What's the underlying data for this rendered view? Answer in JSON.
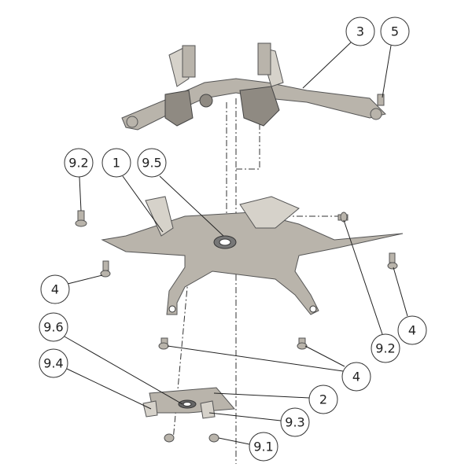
{
  "diagram": {
    "title": "Exploded assembly view",
    "callouts": [
      {
        "id": "c3",
        "label": "3"
      },
      {
        "id": "c5",
        "label": "5"
      },
      {
        "id": "c92a",
        "label": "9.2"
      },
      {
        "id": "c1",
        "label": "1"
      },
      {
        "id": "c95",
        "label": "9.5"
      },
      {
        "id": "c4a",
        "label": "4"
      },
      {
        "id": "c4b",
        "label": "4"
      },
      {
        "id": "c92b",
        "label": "9.2"
      },
      {
        "id": "c4c",
        "label": "4"
      },
      {
        "id": "c96",
        "label": "9.6"
      },
      {
        "id": "c94",
        "label": "9.4"
      },
      {
        "id": "c2",
        "label": "2"
      },
      {
        "id": "c93",
        "label": "9.3"
      },
      {
        "id": "c91",
        "label": "9.1"
      }
    ]
  }
}
